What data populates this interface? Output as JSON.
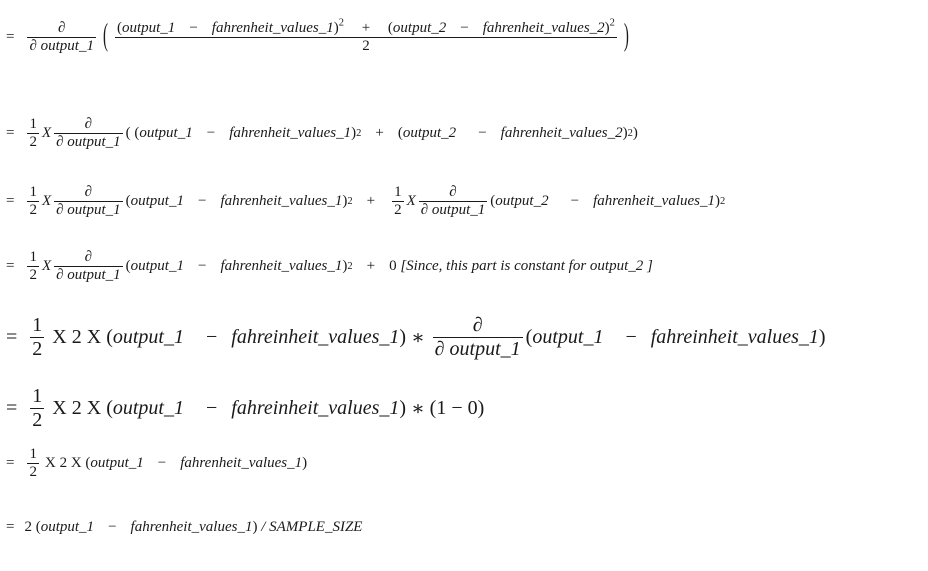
{
  "equal": "=",
  "partial": "∂",
  "plus": "+",
  "minus": "−",
  "times_x": "X",
  "star": "∗",
  "open_paren": "(",
  "close_paren": ")",
  "one": "1",
  "two": "2",
  "d_output_1": "∂ output_1",
  "output_1": "output_1",
  "output_2": "output_2",
  "fahrenheit_values_1": "fahrenheit_values_1",
  "fahrenheit_values_2": "fahrenheit_values_2",
  "fahreinheit_values_1": "fahreinheit_values_1",
  "sup_two": "2",
  "zero": "0",
  "since_note": "[Since, this part is constant for output_2 ]",
  "one_minus_zero": "(1 − 0)",
  "divide_sample": "/ SAMPLE_SIZE"
}
